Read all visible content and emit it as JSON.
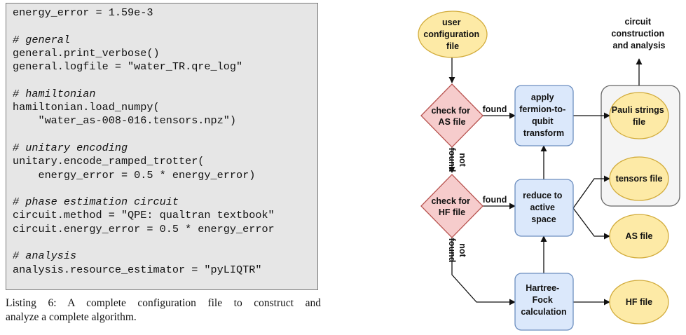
{
  "listing": {
    "lines": [
      {
        "text": "energy_error = 1.59e-3",
        "comment": false
      },
      {
        "text": "",
        "comment": false
      },
      {
        "text": "# general",
        "comment": true
      },
      {
        "text": "general.print_verbose()",
        "comment": false
      },
      {
        "text": "general.logfile = \"water_TR.qre_log\"",
        "comment": false
      },
      {
        "text": "",
        "comment": false
      },
      {
        "text": "# hamiltonian",
        "comment": true
      },
      {
        "text": "hamiltonian.load_numpy(",
        "comment": false
      },
      {
        "text": "    \"water_as-008-016.tensors.npz\")",
        "comment": false
      },
      {
        "text": "",
        "comment": false
      },
      {
        "text": "# unitary encoding",
        "comment": true
      },
      {
        "text": "unitary.encode_ramped_trotter(",
        "comment": false
      },
      {
        "text": "    energy_error = 0.5 * energy_error)",
        "comment": false
      },
      {
        "text": "",
        "comment": false
      },
      {
        "text": "# phase estimation circuit",
        "comment": true
      },
      {
        "text": "circuit.method = \"QPE: qualtran textbook\"",
        "comment": false
      },
      {
        "text": "circuit.energy_error = 0.5 * energy_error",
        "comment": false
      },
      {
        "text": "",
        "comment": false
      },
      {
        "text": "# analysis",
        "comment": true
      },
      {
        "text": "analysis.resource_estimator = \"pyLIQTR\"",
        "comment": false
      }
    ]
  },
  "caption": {
    "line1": "Listing 6: A complete configuration file to construct and",
    "line2": "analyze a complete algorithm."
  },
  "flowchart": {
    "colors": {
      "ellipse_fill": "#fdeaa6",
      "ellipse_stroke": "#d2ac3c",
      "diamond_fill": "#f6cccc",
      "diamond_stroke": "#b85450",
      "process_fill": "#dbe8fb",
      "process_stroke": "#6c8ebf",
      "group_fill": "#f4f4f4",
      "group_stroke": "#666666"
    },
    "user_config": [
      "user",
      "configuration",
      "file"
    ],
    "check_as": [
      "check for",
      "AS file"
    ],
    "check_hf": [
      "check for",
      "HF file"
    ],
    "apply_transform": [
      "apply",
      "fermion-to-",
      "qubit",
      "transform"
    ],
    "reduce_active": [
      "reduce to",
      "active",
      "space"
    ],
    "hartree_fock": [
      "Hartree-",
      "Fock",
      "calculation"
    ],
    "circuit_output": [
      "circuit",
      "construction",
      "and analysis"
    ],
    "pauli_file": [
      "Pauli strings",
      "file"
    ],
    "tensors_file": "tensors file",
    "as_file": "AS file",
    "hf_file": "HF file",
    "found_label": "found",
    "not_found_label": [
      "not",
      "found"
    ]
  }
}
